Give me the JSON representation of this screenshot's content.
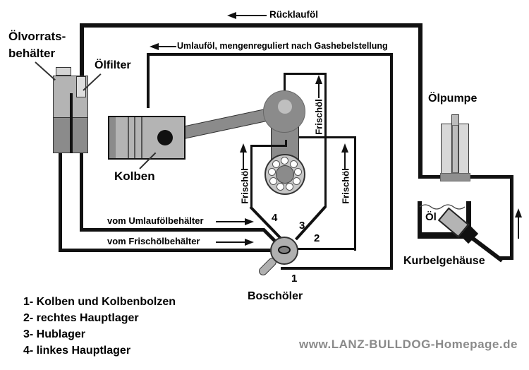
{
  "diagram": {
    "labels": {
      "oil_reservoir_line1": "Ölvorrats-",
      "oil_reservoir_line2": "behälter",
      "oil_filter": "Ölfilter",
      "return_oil": "Rücklauföl",
      "circulating_oil": "Umlauföl, mengenreguliert nach Gashebelstellung",
      "oil_pump": "Ölpumpe",
      "piston": "Kolben",
      "fresh_oil": "Frischöl",
      "from_circulating_oil_tank": "vom Umlaufölbehälter",
      "from_fresh_oil_tank": "vom Frischölbehälter",
      "bosch_oiler": "Boschöler",
      "oil": "Öl",
      "crankcase": "Kurbelgehäuse"
    },
    "ports": {
      "p1": "1",
      "p2": "2",
      "p3": "3",
      "p4": "4"
    },
    "legend": {
      "items": [
        "1- Kolben und Kolbenbolzen",
        "2- rechtes Hauptlager",
        "3- Hublager",
        "4- linkes Hauptlager"
      ]
    },
    "watermark": "www.LANZ-BULLDOG-Homepage.de",
    "colors": {
      "line": "#111111",
      "light_gray_fill": "#b4b4b4",
      "dark_gray_fill": "#8b8b8b",
      "pump_body_fill": "#d8d8d8",
      "bearing_ring_fill": "#c6c6c6",
      "watermark_gray": "#8a8a8a",
      "background": "#ffffff"
    }
  }
}
